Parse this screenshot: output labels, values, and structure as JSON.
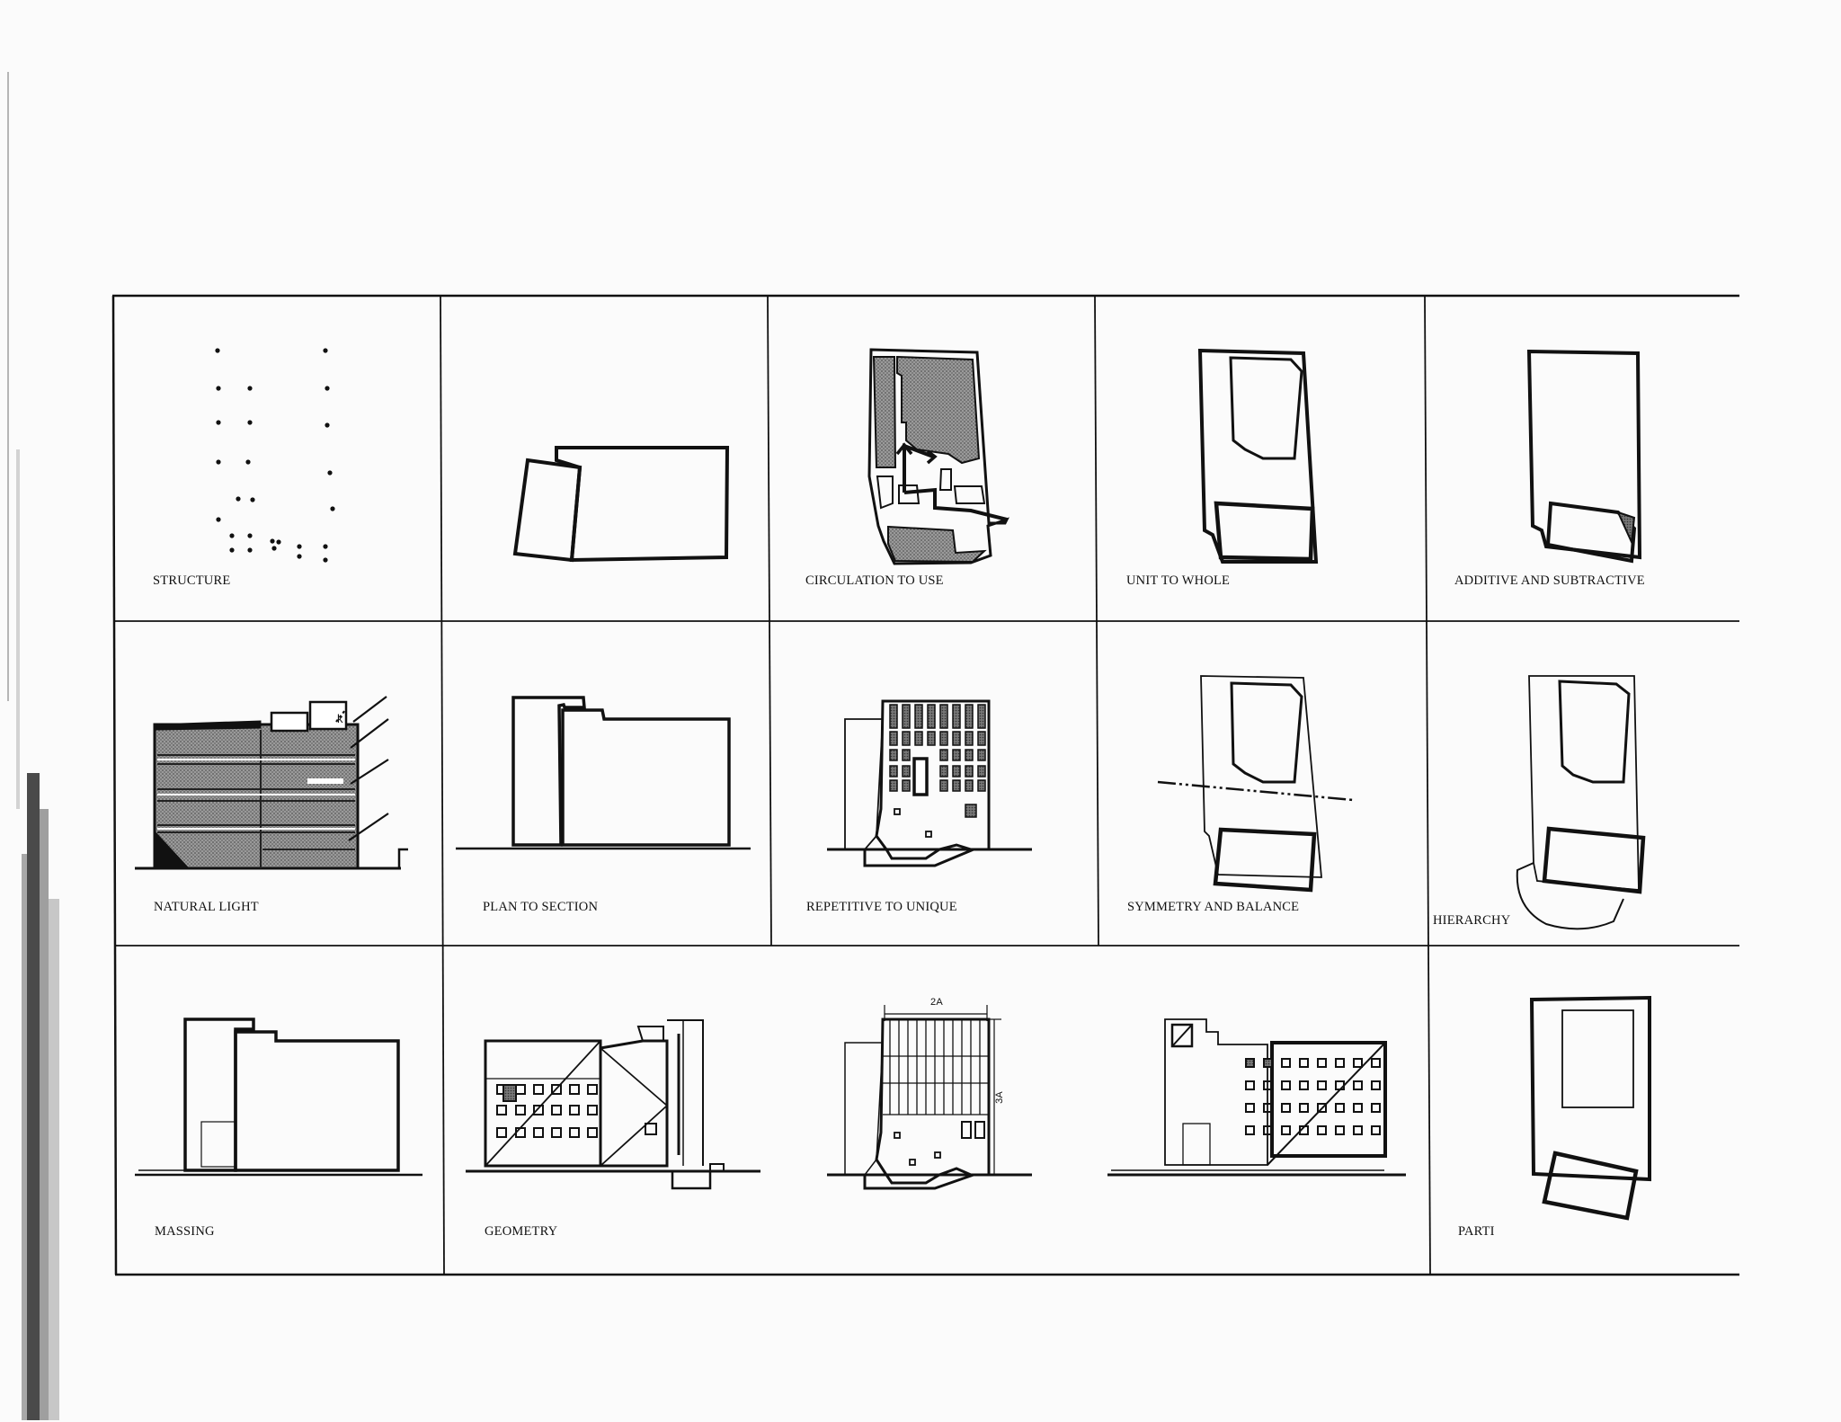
{
  "panels": {
    "structure": "STRUCTURE",
    "plan_to_section": "PLAN TO SECTION",
    "circulation_to_use": "CIRCULATION TO USE",
    "unit_to_whole": "UNIT TO WHOLE",
    "additive_and_subtractive": "ADDITIVE AND SUBTRACTIVE",
    "natural_light": "NATURAL LIGHT",
    "repetitive_to_unique": "REPETITIVE TO UNIQUE",
    "symmetry_and_balance": "SYMMETRY AND BALANCE",
    "hierarchy": "HIERARCHY",
    "massing": "MASSING",
    "geometry": "GEOMETRY",
    "parti": "PARTI"
  },
  "annotations": {
    "width_dim": "2a",
    "height_dim": "3a"
  },
  "colors": {
    "ink": "#111111",
    "tone": "#8a8a8a",
    "paper": "#fbfbfb"
  }
}
